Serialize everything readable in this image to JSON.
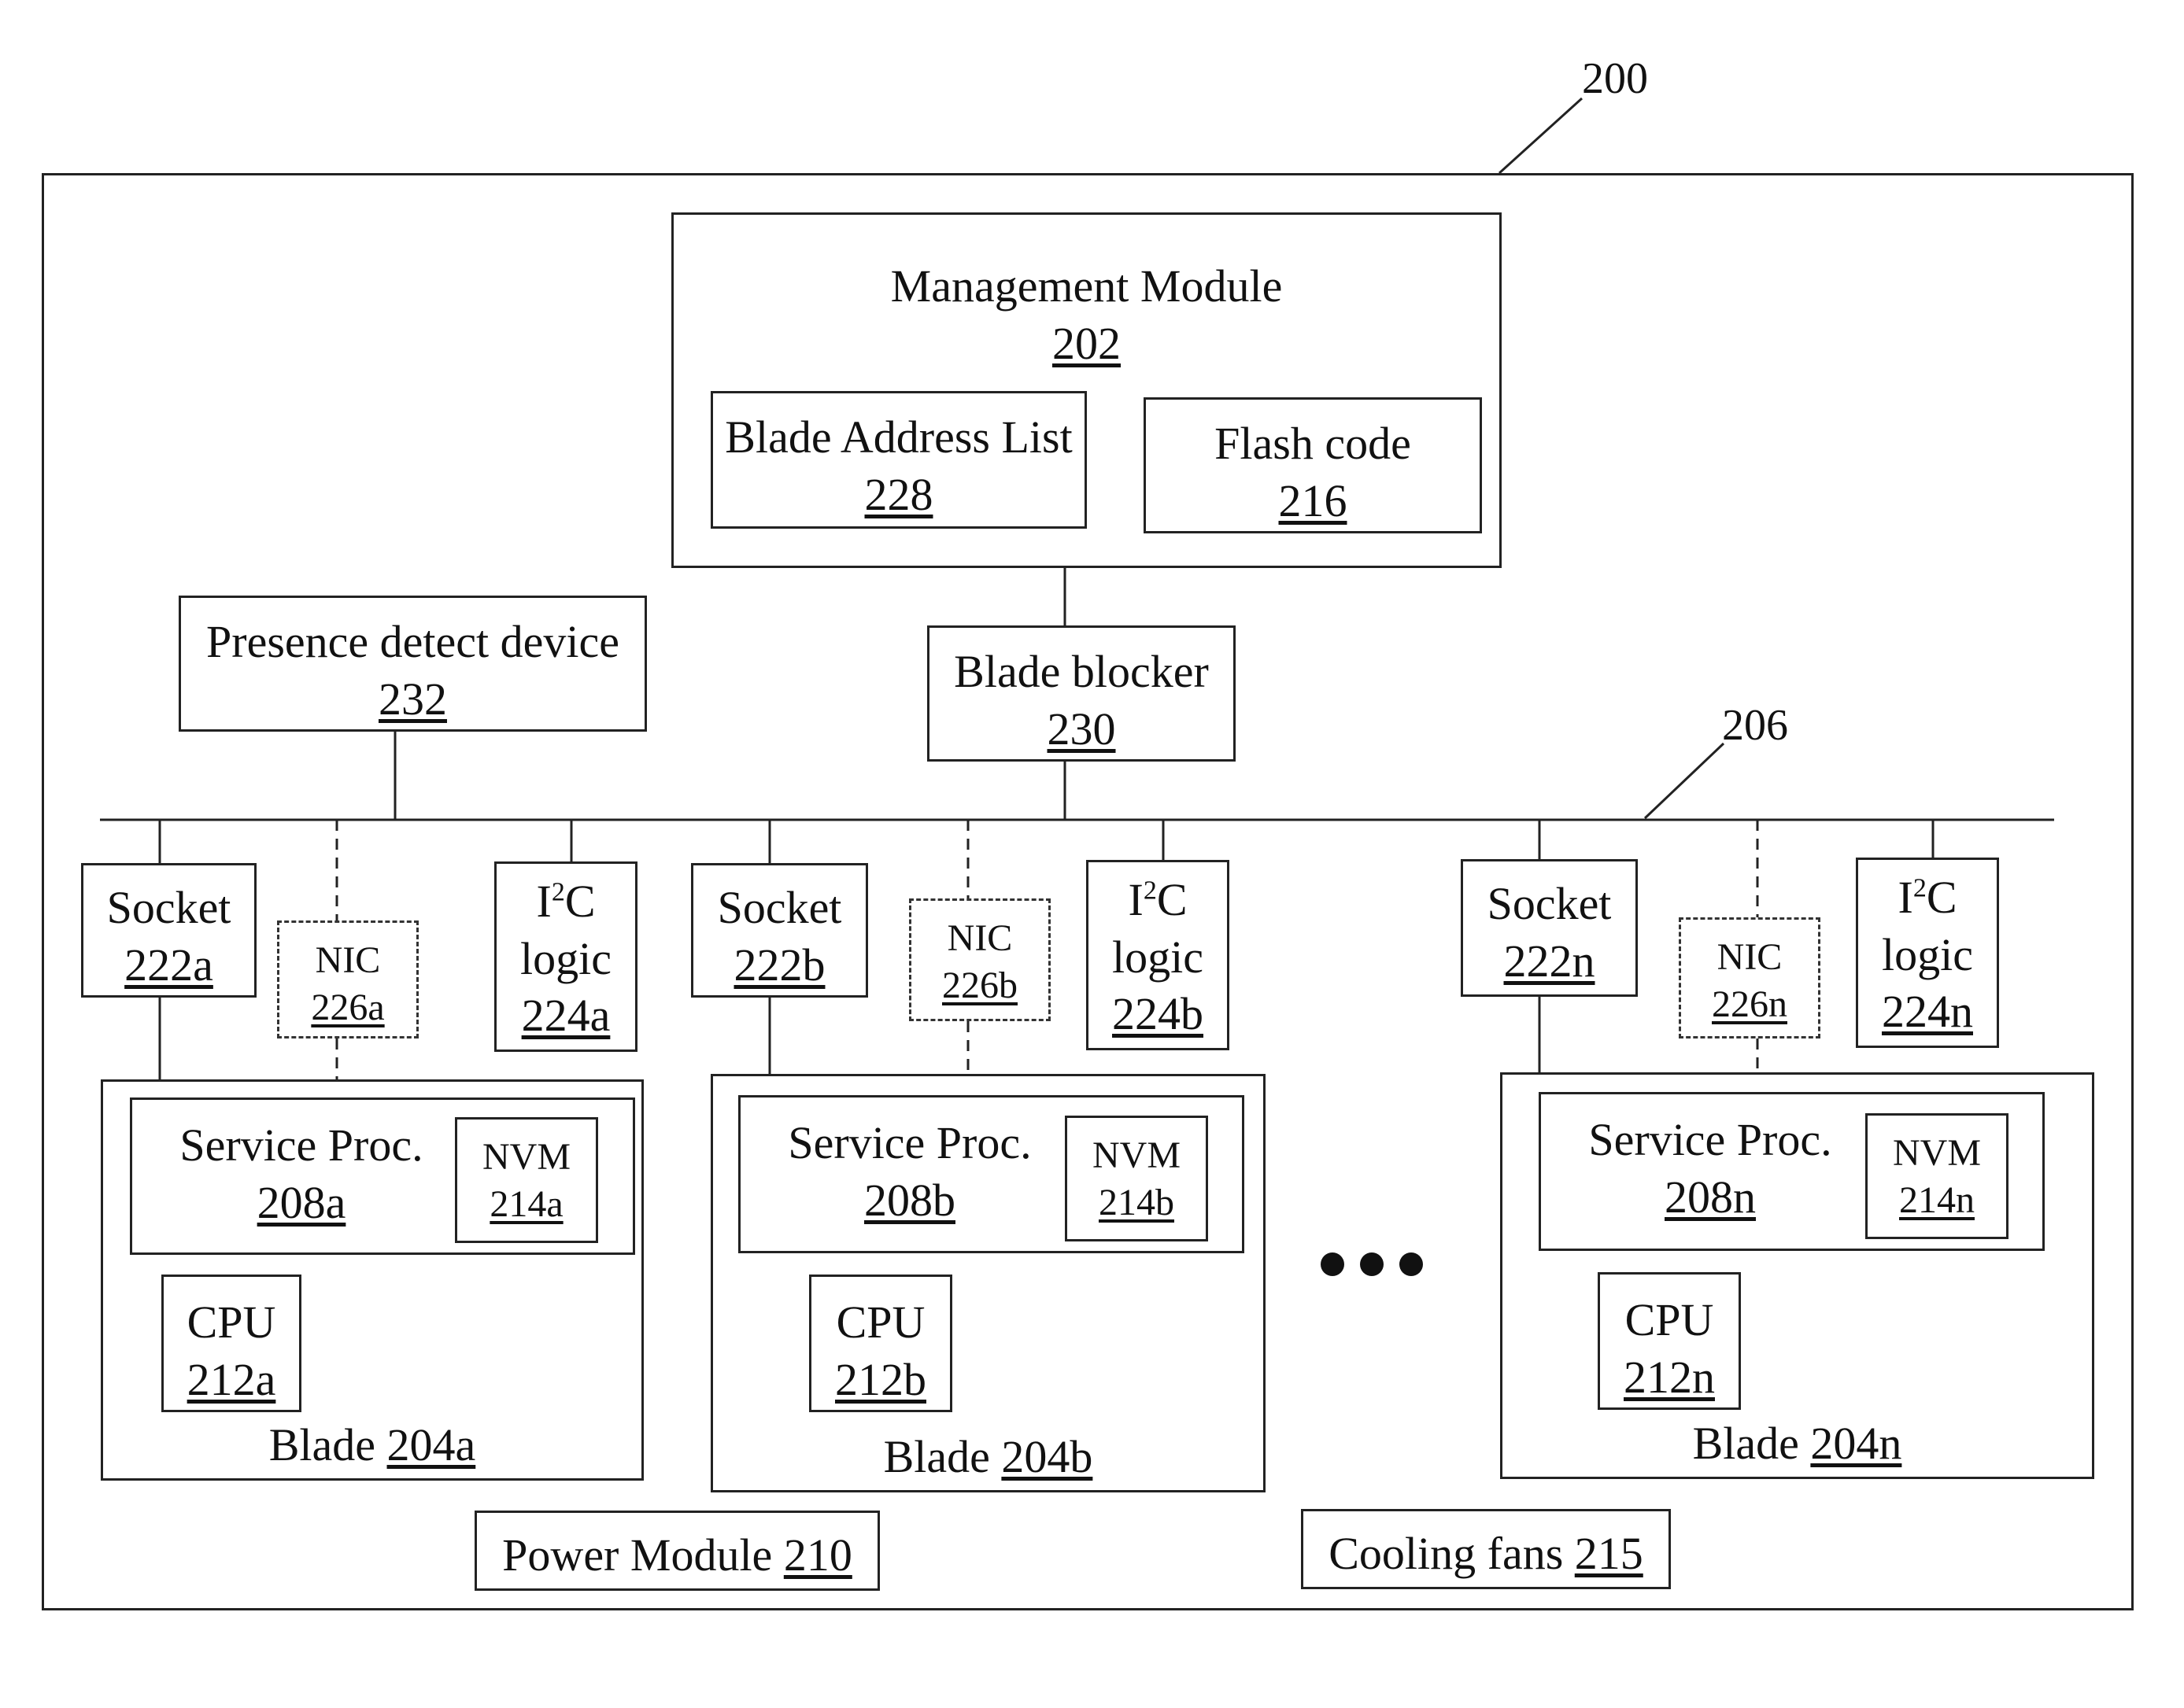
{
  "callouts": {
    "system": "200",
    "bus": "206"
  },
  "management": {
    "title": "Management Module",
    "number": "202",
    "address_list": {
      "title": "Blade Address List",
      "number": "228"
    },
    "flash": {
      "title": "Flash code",
      "number": "216"
    }
  },
  "presence": {
    "title": "Presence detect device",
    "number": "232"
  },
  "blocker": {
    "title": "Blade blocker",
    "number": "230"
  },
  "blades": [
    {
      "socket": "Socket",
      "socket_num": "222a",
      "nic": "NIC",
      "nic_num": "226a",
      "i2c_prefix": "I",
      "i2c_sup": "2",
      "i2c_suffix": "C",
      "i2c_logic": "logic",
      "i2c_num": "224a",
      "sp": "Service Proc.",
      "sp_num": "208a",
      "nvm": "NVM",
      "nvm_num": "214a",
      "cpu": "CPU",
      "cpu_num": "212a",
      "blade": "Blade",
      "blade_num": "204a"
    },
    {
      "socket": "Socket",
      "socket_num": "222b",
      "nic": "NIC",
      "nic_num": "226b",
      "i2c_prefix": "I",
      "i2c_sup": "2",
      "i2c_suffix": "C",
      "i2c_logic": "logic",
      "i2c_num": "224b",
      "sp": "Service Proc.",
      "sp_num": "208b",
      "nvm": "NVM",
      "nvm_num": "214b",
      "cpu": "CPU",
      "cpu_num": "212b",
      "blade": "Blade",
      "blade_num": "204b"
    },
    {
      "socket": "Socket",
      "socket_num": "222n",
      "nic": "NIC",
      "nic_num": "226n",
      "i2c_prefix": "I",
      "i2c_sup": "2",
      "i2c_suffix": "C",
      "i2c_logic": "logic",
      "i2c_num": "224n",
      "sp": "Service Proc.",
      "sp_num": "208n",
      "nvm": "NVM",
      "nvm_num": "214n",
      "cpu": "CPU",
      "cpu_num": "212n",
      "blade": "Blade",
      "blade_num": "204n"
    }
  ],
  "power": {
    "title": "Power Module",
    "number": "210"
  },
  "cooling": {
    "title": "Cooling fans",
    "number": "215"
  },
  "ellipsis_icon": "ellipsis-dots"
}
